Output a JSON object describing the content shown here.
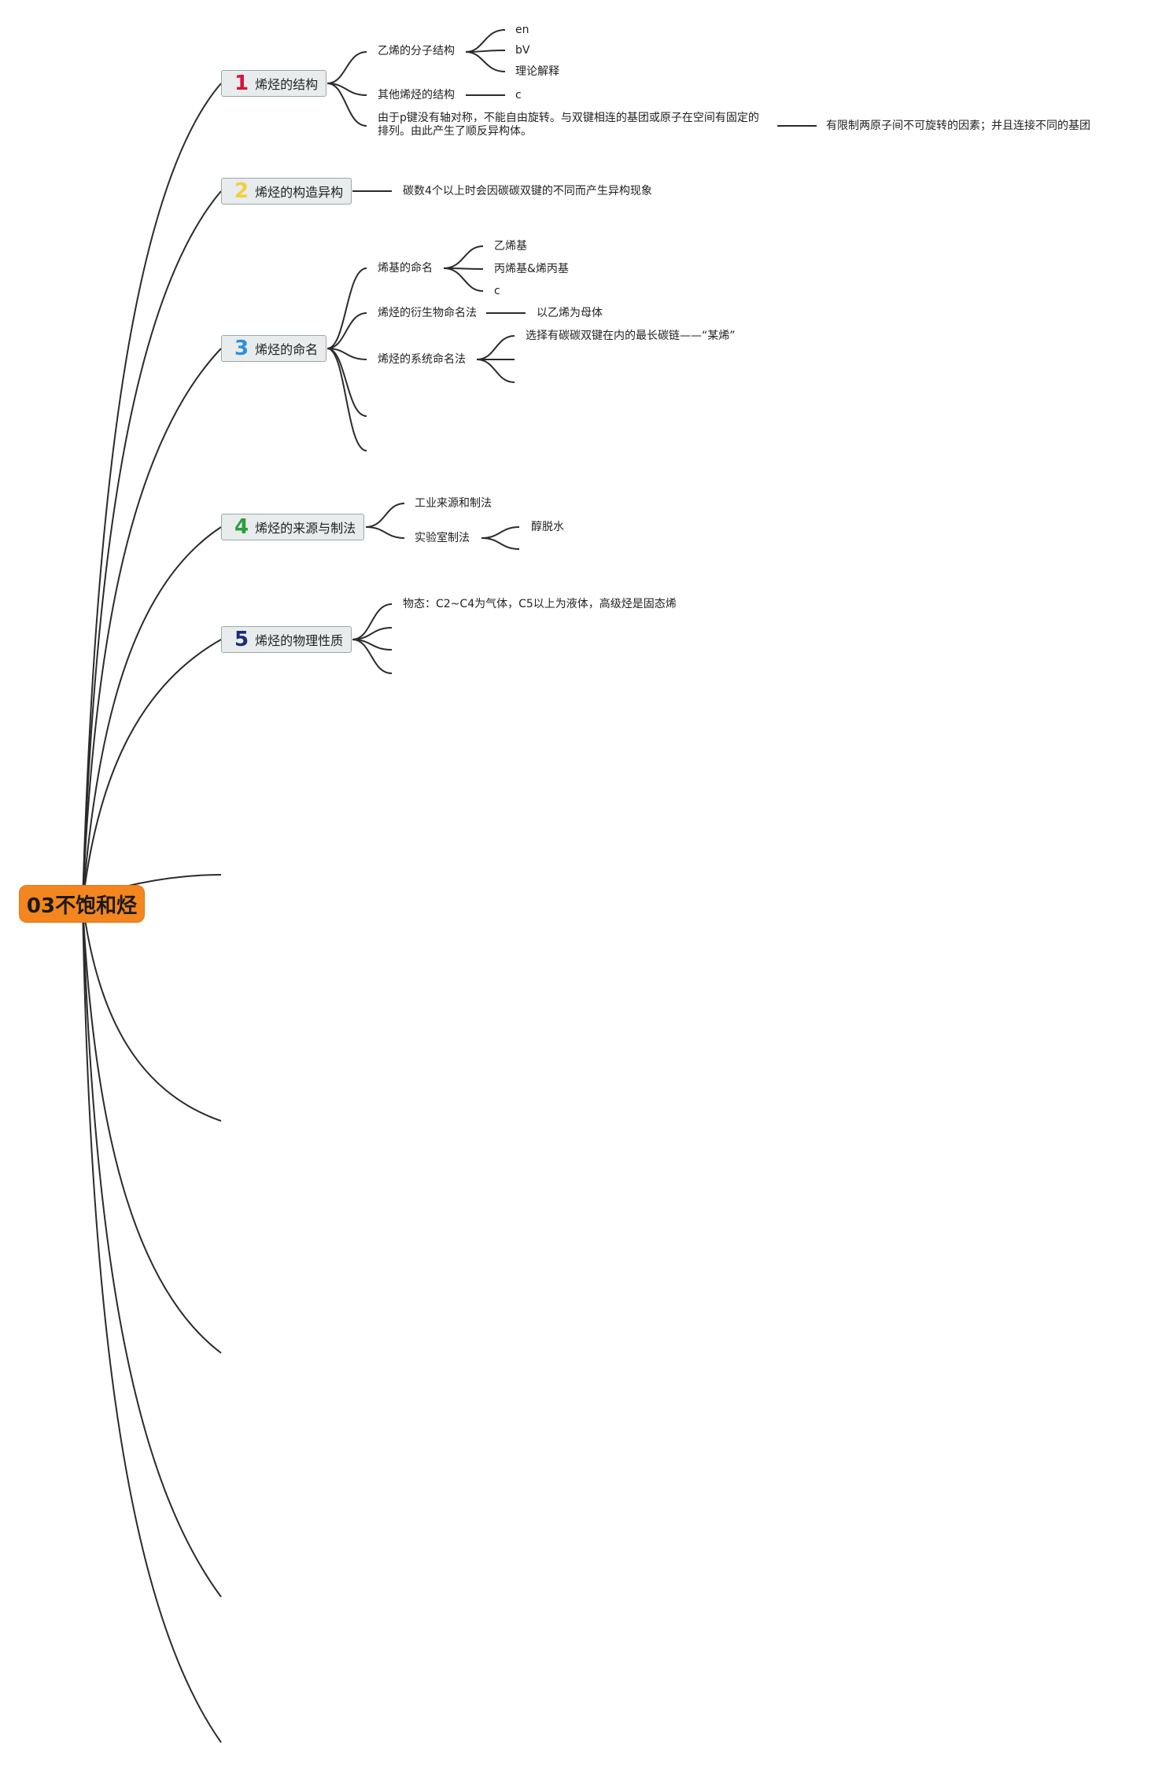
{
  "root": {
    "label": "03不饱和烃",
    "color": "#f3861f"
  },
  "branches": [
    {
      "num": "1",
      "color": "#d4173f",
      "label": "烯烃的结构",
      "children": [
        {
          "label": "乙烯的分子结构",
          "children": [
            {
              "label": "en"
            },
            {
              "label": "bV"
            },
            {
              "label": "理论解释"
            }
          ]
        },
        {
          "label": "其他烯烃的结构",
          "children": [
            {
              "label": "c"
            }
          ]
        },
        {
          "label": "由于p键没有轴对称，不能自由旋转。与双键相连的基团或原子在空间有固定的排列。由此产生了顺反异构体。",
          "children": [
            {
              "label": "有限制两原子间不可旋转的因素；并且连接不同的基团"
            }
          ]
        }
      ]
    },
    {
      "num": "2",
      "color": "#f2cf3a",
      "label": "烯烃的构造异构",
      "children": [
        {
          "label": "碳数4个以上时会因碳碳双键的不同而产生异构现象"
        }
      ]
    },
    {
      "num": "3",
      "color": "#2f8fd8",
      "label": "烯烃的命名",
      "children": [
        {
          "label": "烯基的命名",
          "children": [
            {
              "label": "乙烯基"
            },
            {
              "label": "丙烯基&烯丙基"
            },
            {
              "label": "c"
            }
          ]
        },
        {
          "label": "烯烃的衍生物命名法",
          "children": [
            {
              "label": "以乙烯为母体"
            }
          ]
        },
        {
          "label": "烯烃的系统命名法",
          "children": [
            {
              "label": "选择有碳碳双键在内的最长碳链——“某烯”"
            }
          ]
        }
      ]
    },
    {
      "num": "4",
      "color": "#2e9d3a",
      "label": "烯烃的来源与制法",
      "children": [
        {
          "label": "工业来源和制法"
        },
        {
          "label": "实验室制法",
          "children": [
            {
              "label": "醇脱水"
            }
          ]
        }
      ]
    },
    {
      "num": "5",
      "color": "#1b2a7a",
      "label": "烯烃的物理性质",
      "children": [
        {
          "label": "物态：C2~C4为气体，C5以上为液体，高级烃是固态烯"
        }
      ]
    }
  ]
}
